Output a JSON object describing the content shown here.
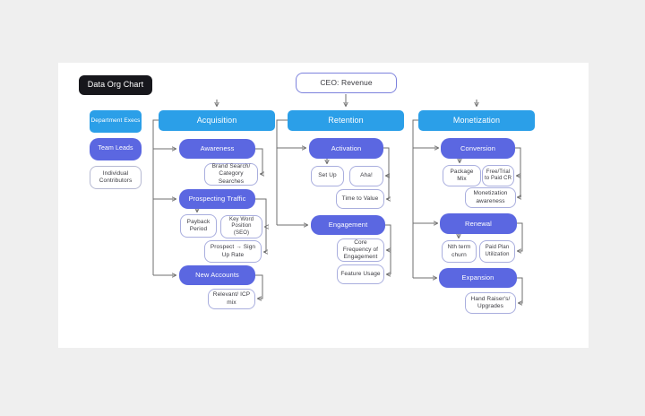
{
  "colors": {
    "page_bg": "#efefef",
    "canvas_bg": "#ffffff",
    "header_blue": "#2b9fe8",
    "node_purple": "#5b67e1",
    "leaf_border": "#a9aede",
    "root_border": "#7d82dd",
    "title_bg": "#17171c",
    "line_gray": "#6f6f6f",
    "leaf_text": "#3a3a40"
  },
  "title": {
    "label": "Data Org Chart"
  },
  "legend": {
    "items": [
      {
        "label": "Department Execs"
      },
      {
        "label": "Team Leads"
      },
      {
        "label": "Individual Contributors"
      }
    ]
  },
  "root": {
    "label": "CEO: Revenue"
  },
  "columns": [
    {
      "header": "Acquisition",
      "nodes": [
        {
          "label": "Awareness"
        },
        {
          "label": "Brand Search/ Category Searches"
        },
        {
          "label": "Prospecting Traffic"
        },
        {
          "label": "Payback Period"
        },
        {
          "label": "Key Word Position (SEO)"
        },
        {
          "label": "Prospect → Sign Up Rate"
        },
        {
          "label": "New Accounts"
        },
        {
          "label": "Relevant/ ICP mix"
        }
      ]
    },
    {
      "header": "Retention",
      "nodes": [
        {
          "label": "Activation"
        },
        {
          "label": "Set Up"
        },
        {
          "label": "Aha!"
        },
        {
          "label": "Time to Value"
        },
        {
          "label": "Engagement"
        },
        {
          "label": "Core Frequency of Engagement"
        },
        {
          "label": "Feature Usage"
        }
      ]
    },
    {
      "header": "Monetization",
      "nodes": [
        {
          "label": "Conversion"
        },
        {
          "label": "Package Mix"
        },
        {
          "label": "Free/Trial to Paid CR"
        },
        {
          "label": "Monetization awareness"
        },
        {
          "label": "Renewal"
        },
        {
          "label": "Nth term churn"
        },
        {
          "label": "Paid Plan Utilization"
        },
        {
          "label": "Expansion"
        },
        {
          "label": "Hand Raiser's/ Upgrades"
        }
      ]
    }
  ]
}
